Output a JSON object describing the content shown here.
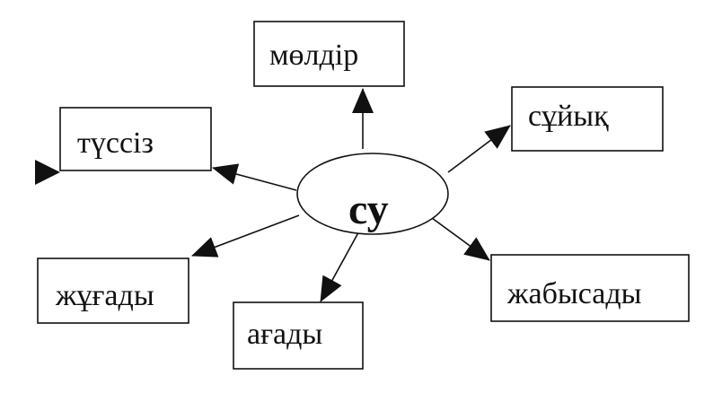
{
  "center": {
    "label": "су"
  },
  "nodes": [
    {
      "label": "мөлдір"
    },
    {
      "label": "түссіз"
    },
    {
      "label": "сұйық"
    },
    {
      "label": "жұғады"
    },
    {
      "label": "ағады"
    },
    {
      "label": "жабысады"
    }
  ]
}
